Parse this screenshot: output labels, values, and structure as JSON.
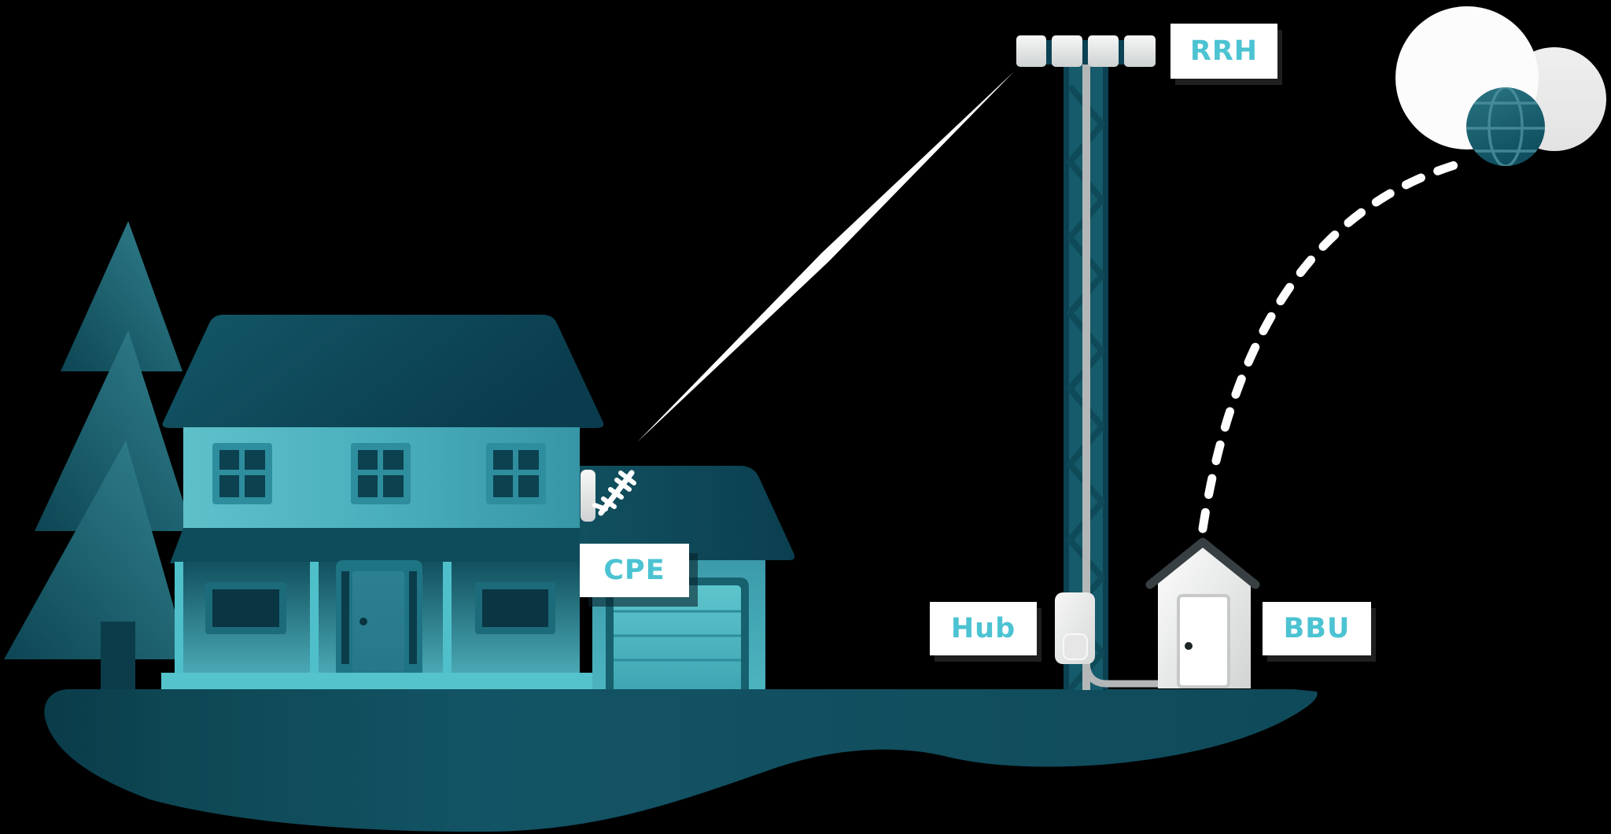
{
  "diagram": {
    "labels": {
      "rrh": "RRH",
      "cpe": "CPE",
      "hub": "Hub",
      "bbu": "BBU"
    },
    "colors": {
      "background": "#000000",
      "label_background": "#ffffff",
      "label_text_accent": "#4cc3d2",
      "dark_teal": "#0d4556",
      "mid_teal": "#4aafbc",
      "light_teal": "#54c3cc",
      "device_white": "#f2f2f2",
      "cable_gray": "#b4b7b8",
      "shed_roof_gray": "#383f42",
      "link_white": "#ffffff"
    },
    "icons": [
      "pine-tree",
      "house",
      "cpe-antenna-icon",
      "radio-tower-icon",
      "rrh-panel-antennas-icon",
      "hub-device-icon",
      "bbu-shed-icon",
      "internet-cloud-icon",
      "globe-icon",
      "wireless-beam",
      "dashed-backhaul-link",
      "fiber-cable",
      "ground"
    ]
  }
}
